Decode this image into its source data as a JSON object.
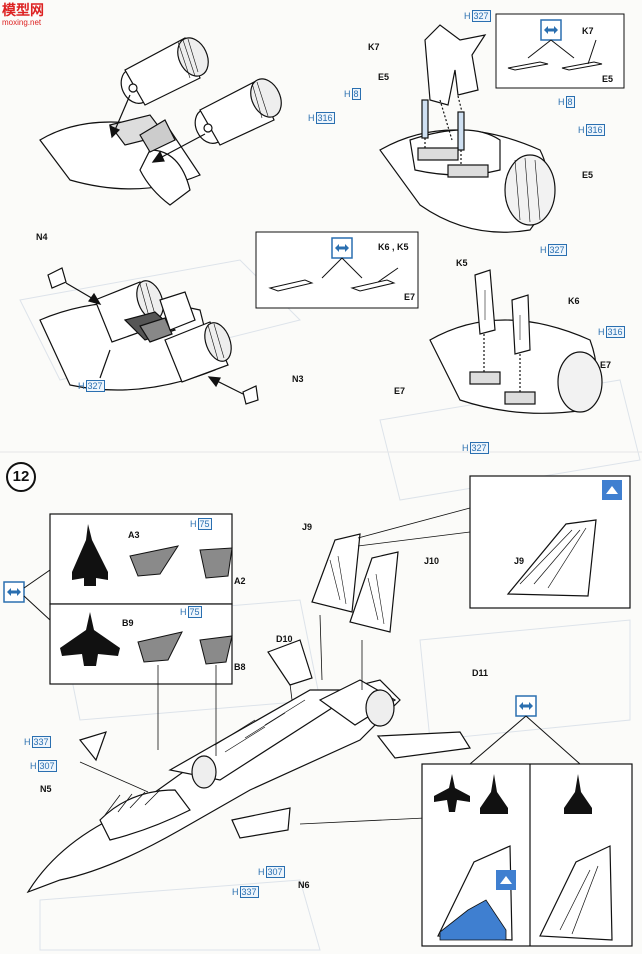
{
  "watermark": {
    "logo_text": "模型网",
    "site": "moxing.net"
  },
  "step_number": "12",
  "colors": {
    "line": "#111111",
    "blue": "#2a6fb0",
    "fill_blue": "#3f7fd0",
    "grey_part": "#8a8a8a"
  },
  "icons": [
    "left-right-arrow-icon",
    "paint-icon",
    "aircraft-silhouette-icon"
  ],
  "parts": [
    {
      "id": "k7a",
      "text": "K7"
    },
    {
      "id": "k7b",
      "text": "K7"
    },
    {
      "id": "e5a",
      "text": "E5"
    },
    {
      "id": "e5b",
      "text": "E5"
    },
    {
      "id": "e5c",
      "text": "E5"
    },
    {
      "id": "n4",
      "text": "N4"
    },
    {
      "id": "n3",
      "text": "N3"
    },
    {
      "id": "k6k5",
      "text": "K6 , K5"
    },
    {
      "id": "e7a",
      "text": "E7"
    },
    {
      "id": "k5",
      "text": "K5"
    },
    {
      "id": "k6",
      "text": "K6"
    },
    {
      "id": "e7b",
      "text": "E7"
    },
    {
      "id": "e7c",
      "text": "E7"
    },
    {
      "id": "a3",
      "text": "A3"
    },
    {
      "id": "a2",
      "text": "A2"
    },
    {
      "id": "b9",
      "text": "B9"
    },
    {
      "id": "b8",
      "text": "B8"
    },
    {
      "id": "j9a",
      "text": "J9"
    },
    {
      "id": "j10",
      "text": "J10"
    },
    {
      "id": "j9b",
      "text": "J9"
    },
    {
      "id": "d10",
      "text": "D10"
    },
    {
      "id": "d11",
      "text": "D11"
    },
    {
      "id": "n5",
      "text": "N5"
    },
    {
      "id": "n6",
      "text": "N6"
    }
  ],
  "h_refs": [
    {
      "id": "h327a",
      "text": "327"
    },
    {
      "id": "h8a",
      "text": "8"
    },
    {
      "id": "h316a",
      "text": "316"
    },
    {
      "id": "h8b",
      "text": "8"
    },
    {
      "id": "h316b",
      "text": "316"
    },
    {
      "id": "h327b",
      "text": "327"
    },
    {
      "id": "h327c",
      "text": "327"
    },
    {
      "id": "h316c",
      "text": "316"
    },
    {
      "id": "h327d",
      "text": "327"
    },
    {
      "id": "h75a",
      "text": "75"
    },
    {
      "id": "h75b",
      "text": "75"
    },
    {
      "id": "h337a",
      "text": "337"
    },
    {
      "id": "h307a",
      "text": "307"
    },
    {
      "id": "h337b",
      "text": "337"
    },
    {
      "id": "h307b",
      "text": "307"
    }
  ]
}
